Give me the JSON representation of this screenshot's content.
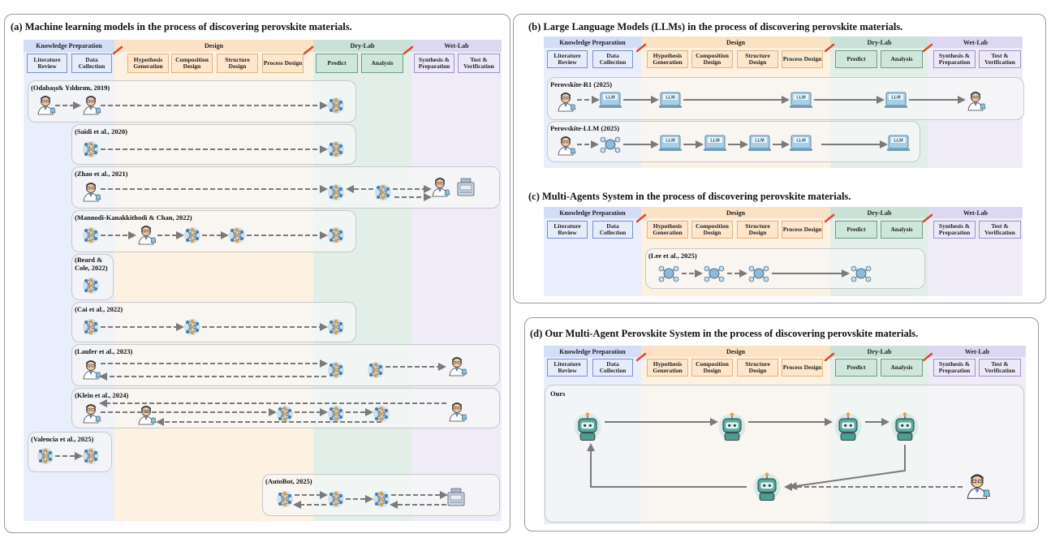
{
  "stages": {
    "knowledge": "Knowledge Preparation",
    "design": "Design",
    "drylab": "Dry-Lab",
    "wetlab": "Wet-Lab"
  },
  "boxes": {
    "lit": "Literature Review",
    "data": "Data Collection",
    "hyp": "Hypothesis Generation",
    "comp": "Composition Design",
    "struct": "Structure Design",
    "proc": "Process Design",
    "pred": "Predict",
    "anal": "Analysis",
    "synth": "Synthesis & Preparation",
    "test": "Test & Verification"
  },
  "panel_a": {
    "title": "(a) Machine learning models in the process of discovering perovskite materials.",
    "rows": [
      "(Odabaşı& Yıldırım, 2019)",
      "(Saidi et al., 2020)",
      "(Zhao et al., 2021)",
      "(Mannodi-Kanakkithodi & Chan, 2022)",
      "(Beard & Cole, 2022)",
      "(Cai et al., 2022)",
      "(Laufer et al., 2023)",
      "(Klein et al., 2024)",
      "(Valencia et al., 2025)",
      "(AutoBot, 2025)"
    ]
  },
  "panel_b": {
    "title": "(b) Large Language Models (LLMs) in the process of discovering perovskite materials.",
    "rows": [
      "Perovskite-R1 (2025)",
      "Perovskite-LLM (2025)"
    ]
  },
  "panel_c": {
    "title": "(c) Multi-Agents System in the process of discovering perovskite materials.",
    "rows": [
      "(Lee et al., 2025)"
    ]
  },
  "panel_d": {
    "title": "(d) Our Multi-Agent Perovskite System in the process of discovering perovskite materials.",
    "rows": [
      "Ours"
    ]
  },
  "llm_label": "LLM",
  "colors": {
    "knowledge": "#e8eefc",
    "design": "#fdf1e2",
    "drylab": "#e2efe8",
    "wetlab": "#efecf8",
    "agent": "#4f9c92",
    "arrow": "#7a7a7a"
  }
}
